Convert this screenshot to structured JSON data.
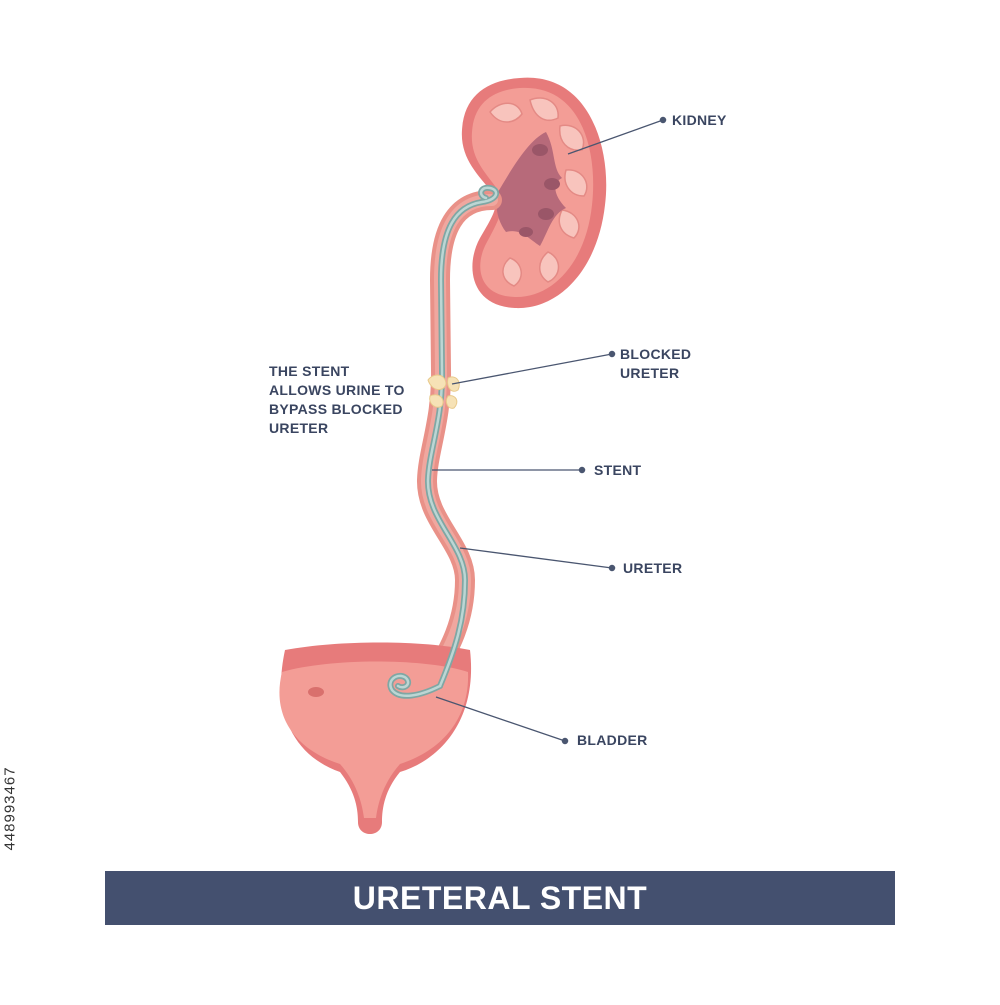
{
  "title": "URETERAL STENT",
  "stock_id": "448993467",
  "labels": {
    "kidney": "KIDNEY",
    "blocked_ureter": "BLOCKED\nURETER",
    "stent_note": "THE STENT\nALLOWS URINE TO\nBYPASS BLOCKED\nURETER",
    "stent": "STENT",
    "ureter": "URETER",
    "bladder": "BLADDER"
  },
  "colors": {
    "organ_outer": "#e77b7b",
    "organ_inner": "#f39d96",
    "organ_pale": "#f8c4bd",
    "pelvis": "#b76a7a",
    "stent": "#a8c6c4",
    "blockage": "#f6e2b6",
    "leader": "#4a5670",
    "title_bar": "#44506f"
  }
}
